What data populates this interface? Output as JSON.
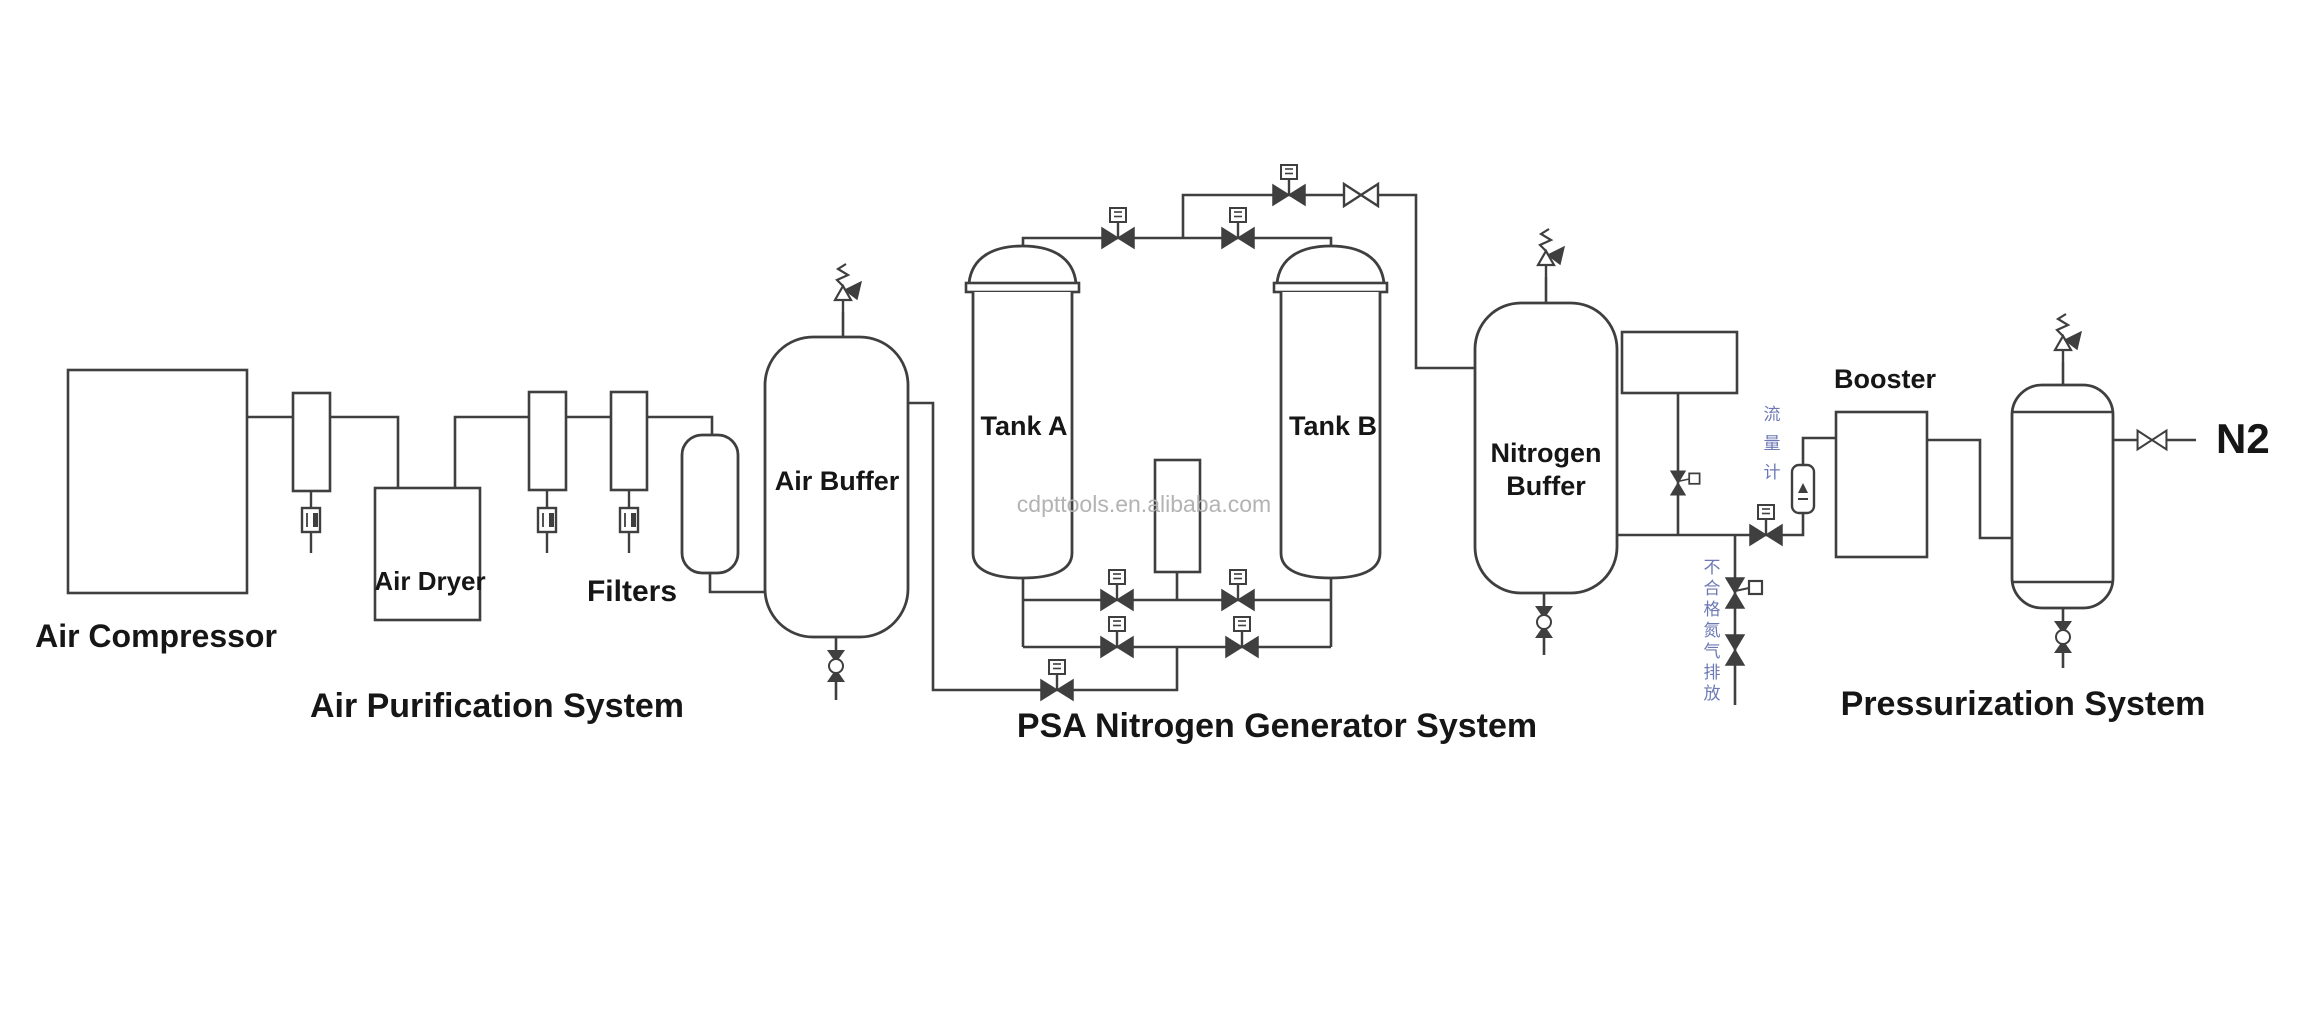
{
  "diagram": {
    "section_labels": {
      "air_purification": "Air Purification System",
      "psa": "PSA Nitrogen Generator System",
      "pressurization": "Pressurization System"
    },
    "equipment_labels": {
      "air_compressor": "Air Compressor",
      "air_dryer": "Air Dryer",
      "filters": "Filters",
      "air_buffer": "Air Buffer",
      "tank_a": "Tank A",
      "tank_b": "Tank B",
      "nitrogen_buffer_line1": "Nitrogen",
      "nitrogen_buffer_line2": "Buffer",
      "booster": "Booster"
    },
    "output_label": "N2",
    "watermark": "cdpttools.en.alibaba.com",
    "cjk_annotations": {
      "flow_meter": {
        "text": "流量计",
        "chars": [
          "流",
          "量",
          "计"
        ]
      },
      "vent": {
        "text": "不合格氮气排放",
        "chars": [
          "不",
          "合",
          "格",
          "氮",
          "气",
          "排",
          "放"
        ]
      }
    },
    "icons": [
      "safety-valve-icon",
      "control-valve-icon",
      "manual-valve-icon",
      "drain-valve-icon",
      "auto-drain-icon",
      "flow-meter-icon",
      "vent-valve-icon"
    ],
    "colors": {
      "line": "#3f3f3f",
      "label": "#161616",
      "watermark": "#b3b3b3",
      "cjk_annotation": "#6d79b5",
      "background": "#ffffff"
    }
  }
}
